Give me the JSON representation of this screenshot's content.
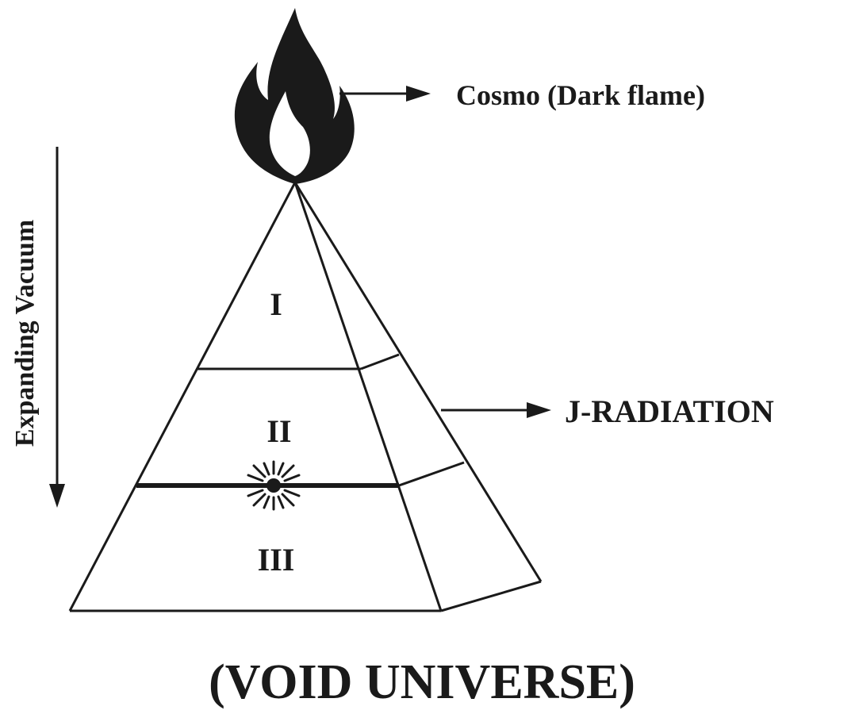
{
  "labels": {
    "flame": "Cosmo (Dark flame)",
    "radiation": "J-RADIATION",
    "vacuum": "Expanding Vacuum",
    "caption": "(VOID UNIVERSE)"
  },
  "regions": {
    "first": "I",
    "second": "II",
    "third": "III"
  },
  "colors": {
    "ink": "#1a1a1a",
    "background": "#ffffff"
  }
}
